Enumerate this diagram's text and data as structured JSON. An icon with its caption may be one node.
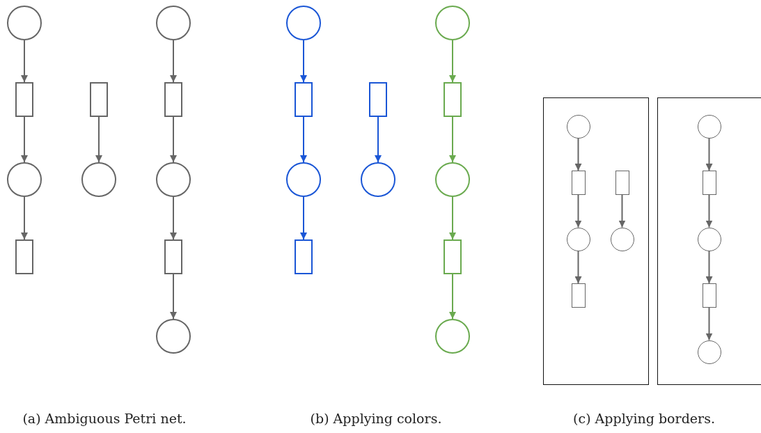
{
  "diagram": {
    "nodes": [
      {
        "text": [],
        "shape": "circle"
      },
      {
        "text": [],
        "shape": "box"
      },
      {
        "text": [],
        "shape": "circle"
      },
      {
        "text": [],
        "shape": "box"
      },
      {
        "text": [],
        "shape": "box"
      },
      {
        "text": [],
        "shape": "circle"
      },
      {
        "text": [],
        "shape": "circle"
      },
      {
        "text": [],
        "shape": "box"
      },
      {
        "text": [],
        "shape": "circle"
      },
      {
        "text": [],
        "shape": "box"
      },
      {
        "text": [],
        "shape": "circle"
      },
      {
        "text": [],
        "shape": "circle"
      },
      {
        "text": [],
        "shape": "box"
      },
      {
        "text": [],
        "shape": "circle"
      },
      {
        "text": [],
        "shape": "box"
      },
      {
        "text": [],
        "shape": "box"
      },
      {
        "text": [],
        "shape": "circle"
      },
      {
        "text": [],
        "shape": "circle"
      },
      {
        "text": [],
        "shape": "box"
      },
      {
        "text": [],
        "shape": "circle"
      },
      {
        "text": [],
        "shape": "box"
      },
      {
        "text": [],
        "shape": "circle"
      },
      {
        "text": [],
        "shape": "box"
      },
      {
        "text": [],
        "shape": "circle",
        "in": 22
      },
      {
        "text": [],
        "shape": "box",
        "in": 22
      },
      {
        "text": [],
        "shape": "circle",
        "in": 22
      },
      {
        "text": [],
        "shape": "box",
        "in": 22
      },
      {
        "text": [],
        "shape": "box",
        "in": 22
      },
      {
        "text": [],
        "shape": "circle",
        "in": 22
      },
      {
        "text": [],
        "shape": "box"
      },
      {
        "text": [],
        "shape": "circle",
        "in": 29
      },
      {
        "text": [],
        "shape": "box",
        "in": 29
      },
      {
        "text": [],
        "shape": "circle",
        "in": 29
      },
      {
        "text": [],
        "shape": "box",
        "in": 29
      },
      {
        "text": [],
        "shape": "circle",
        "in": 29
      }
    ],
    "edges": [
      {
        "from": 0,
        "to": 1,
        "arrow": "to"
      },
      {
        "from": 1,
        "to": 2,
        "arrow": "to"
      },
      {
        "from": 2,
        "to": 3,
        "arrow": "to"
      },
      {
        "from": 4,
        "to": 5,
        "arrow": "to"
      },
      {
        "from": 6,
        "to": 7,
        "arrow": "to"
      },
      {
        "from": 7,
        "to": 8,
        "arrow": "to"
      },
      {
        "from": 8,
        "to": 9,
        "arrow": "to"
      },
      {
        "from": 9,
        "to": 10,
        "arrow": "to"
      },
      {
        "from": 11,
        "to": 12,
        "arrow": "to",
        "color": "#1a56d6"
      },
      {
        "from": 12,
        "to": 13,
        "arrow": "to",
        "color": "#1a56d6"
      },
      {
        "from": 13,
        "to": 14,
        "arrow": "to",
        "color": "#1a56d6"
      },
      {
        "from": 15,
        "to": 16,
        "arrow": "to",
        "color": "#1a56d6"
      },
      {
        "from": 17,
        "to": 18,
        "arrow": "to",
        "color": "#6aaa4f"
      },
      {
        "from": 18,
        "to": 19,
        "arrow": "to",
        "color": "#6aaa4f"
      },
      {
        "from": 19,
        "to": 20,
        "arrow": "to",
        "color": "#6aaa4f"
      },
      {
        "from": 20,
        "to": 21,
        "arrow": "to",
        "color": "#6aaa4f"
      },
      {
        "from": 23,
        "to": 24,
        "arrow": "to"
      },
      {
        "from": 24,
        "to": 25,
        "arrow": "to"
      },
      {
        "from": 25,
        "to": 26,
        "arrow": "to"
      },
      {
        "from": 27,
        "to": 28,
        "arrow": "to"
      },
      {
        "from": 30,
        "to": 31,
        "arrow": "to"
      },
      {
        "from": 31,
        "to": 32,
        "arrow": "to"
      },
      {
        "from": 32,
        "to": 33,
        "arrow": "to"
      },
      {
        "from": 33,
        "to": 34,
        "arrow": "to"
      }
    ],
    "labels": [
      "(a) Ambiguous Petri net.",
      "(b) Applying colors.",
      "(c) Applying borders."
    ]
  }
}
